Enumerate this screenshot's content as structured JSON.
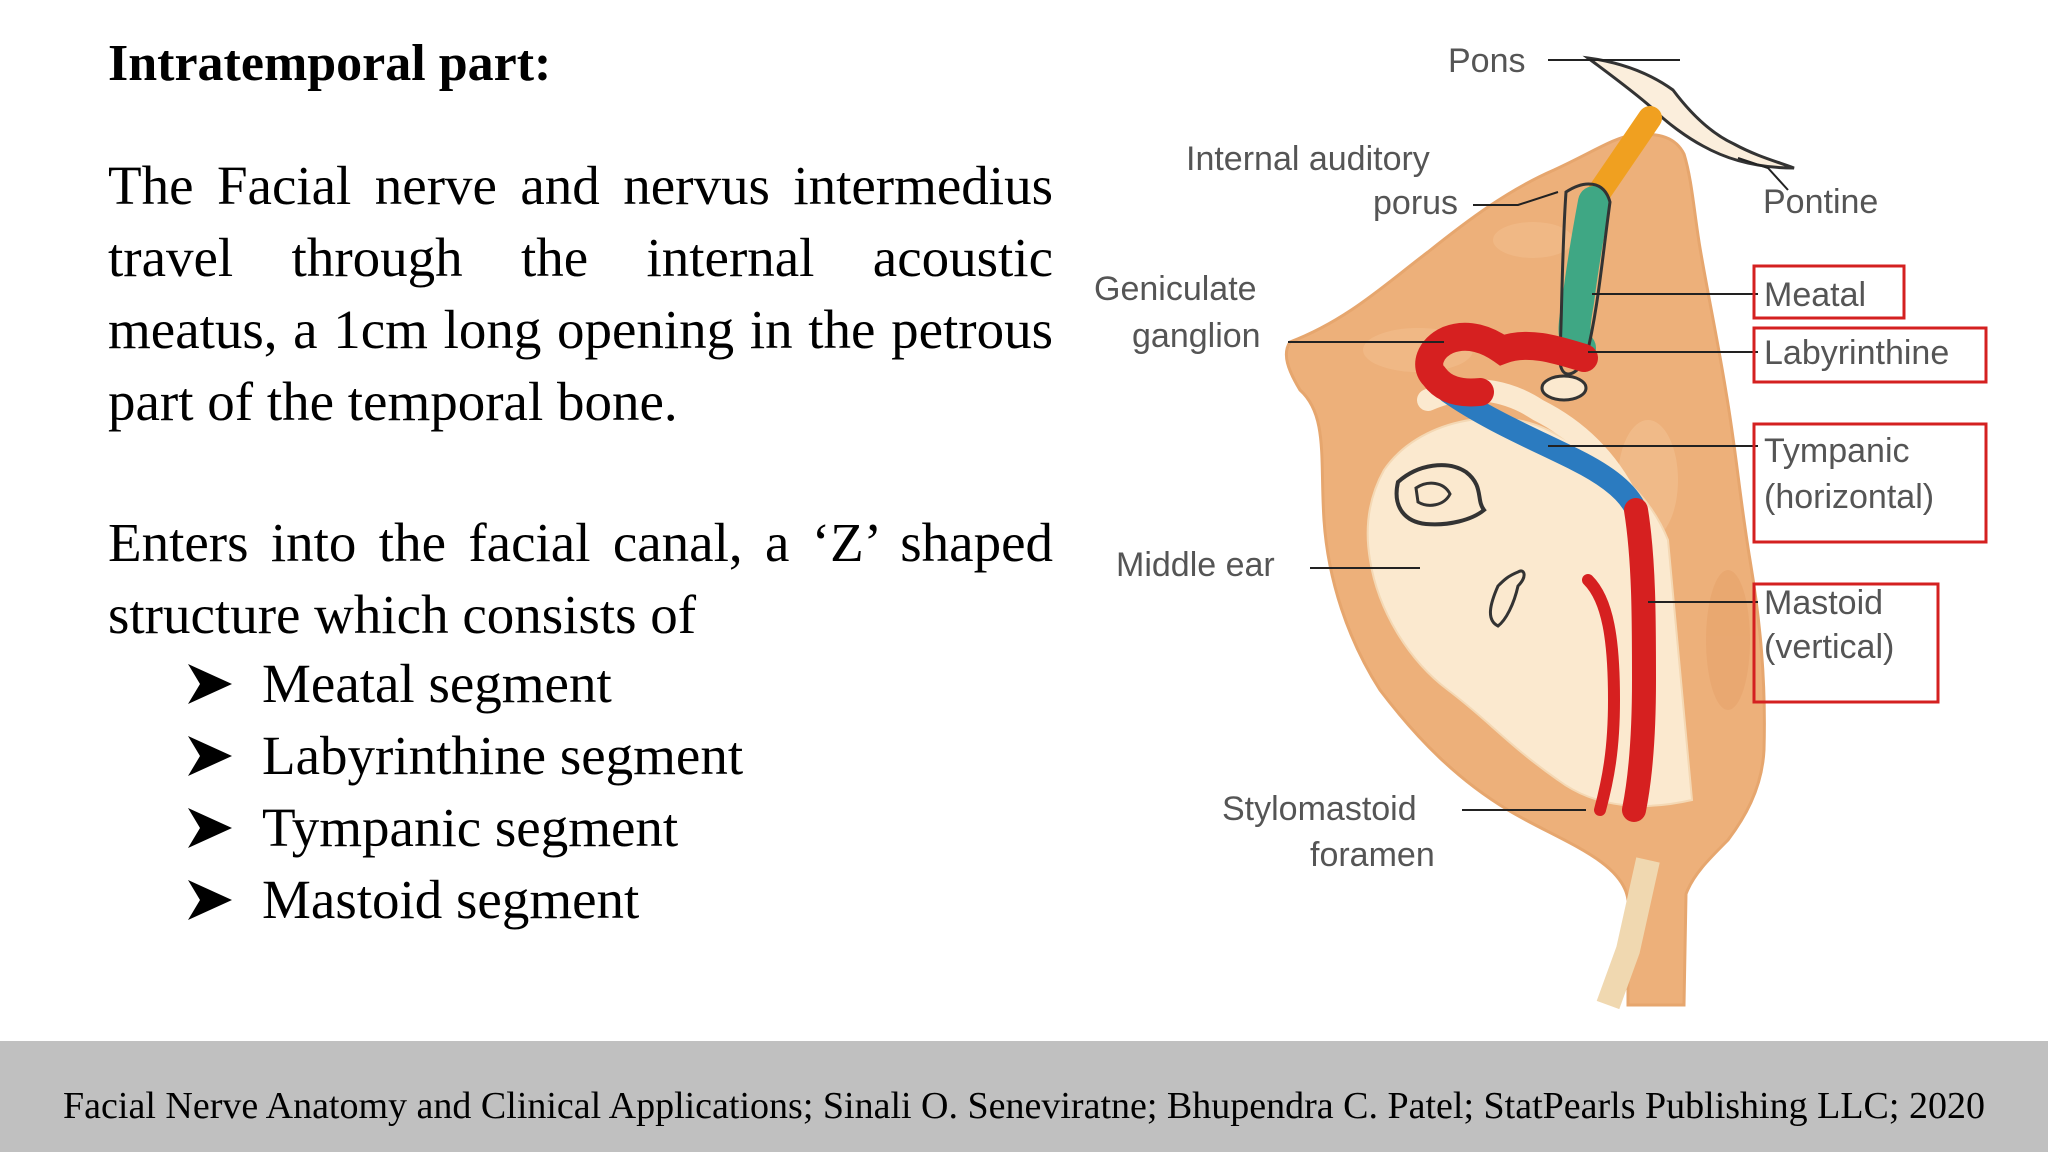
{
  "slide": {
    "heading": "Intratemporal part:",
    "paragraph1": "The Facial nerve and nervus intermedius travel through the internal acoustic meatus, a 1cm long opening in the petrous part of the temporal bone.",
    "paragraph2": "Enters into the facial canal, a ‘Z’ shaped structure which consists of",
    "segments": [
      "Meatal segment",
      "Labyrinthine segment",
      "Tympanic segment",
      "Mastoid  segment"
    ]
  },
  "diagram": {
    "labels": {
      "pons": "Pons",
      "internal_auditory": "Internal auditory",
      "porus": "porus",
      "pontine": "Pontine",
      "geniculate": "Geniculate",
      "ganglion": "ganglion",
      "meatal": "Meatal",
      "labyrinthine": "Labyrinthine",
      "tympanic": "Tympanic",
      "horizontal": "(horizontal)",
      "middle_ear": "Middle ear",
      "mastoid": "Mastoid",
      "vertical": "(vertical)",
      "stylomastoid": "Stylomastoid",
      "foramen": "foramen"
    },
    "colors": {
      "bone": "#edb07a",
      "nerve_red": "#d62020",
      "nerve_blue": "#2b7bc0",
      "meatal_green": "#3fa784",
      "pontine_orange": "#f0a020",
      "highlight_box": "#d42020"
    }
  },
  "footer": {
    "citation": "Facial Nerve Anatomy and Clinical Applications; Sinali O. Seneviratne; Bhupendra C. Patel; StatPearls Publishing LLC; 2020"
  }
}
